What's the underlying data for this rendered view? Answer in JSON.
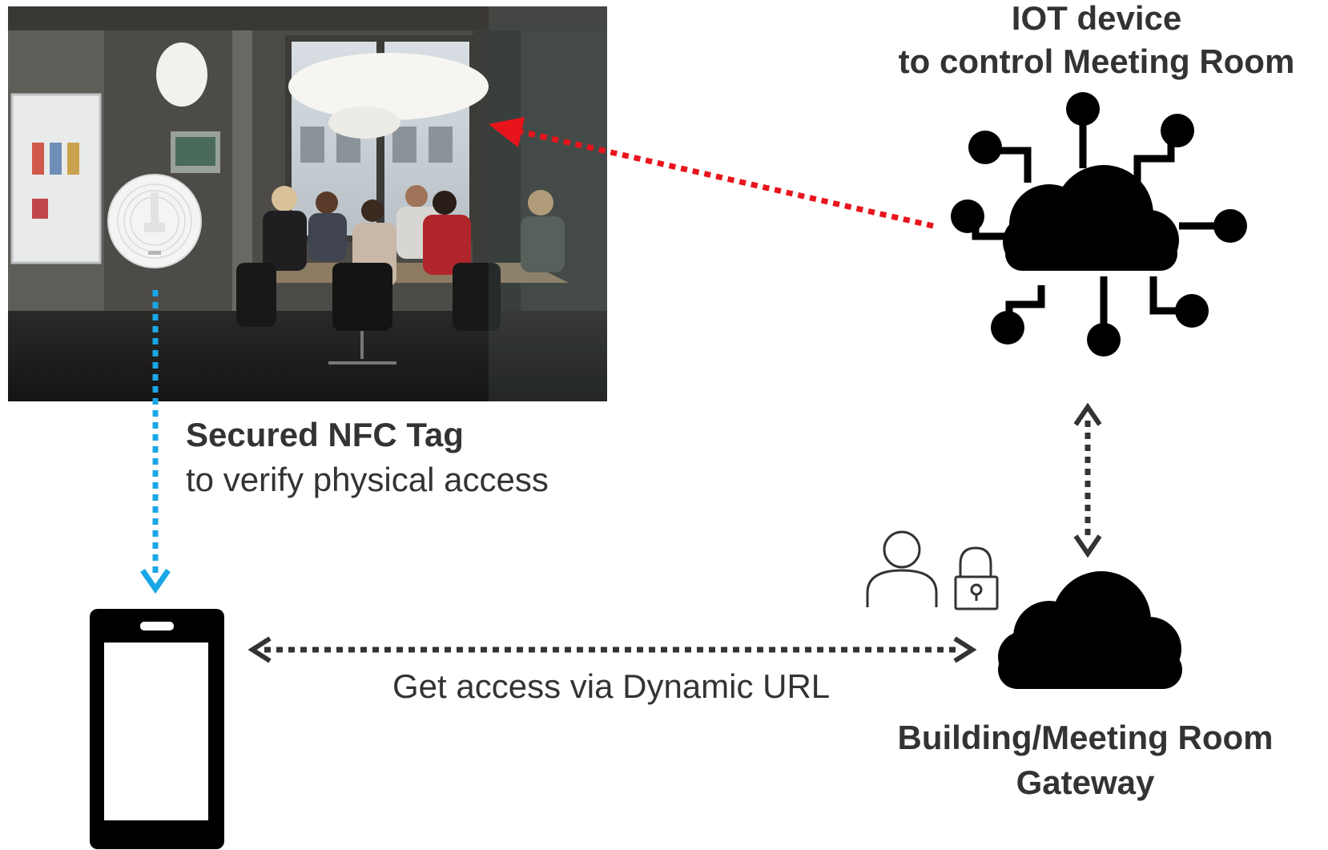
{
  "iot_device": {
    "title_line1": "IOT device",
    "title_line2": "to control Meeting Room"
  },
  "nfc_tag": {
    "title": "Secured NFC Tag",
    "subtitle": "to verify physical access"
  },
  "link": {
    "label": "Get access via Dynamic URL"
  },
  "gateway": {
    "title_line1": "Building/Meeting Room",
    "title_line2": "Gateway"
  },
  "photo": {
    "subject": "meeting-room-photo"
  },
  "colors": {
    "iot_arrow": "#e8141c",
    "nfc_arrow": "#1aa7e6",
    "gateway_arrows": "#333333",
    "text": "#333333",
    "icons": "#000000"
  }
}
